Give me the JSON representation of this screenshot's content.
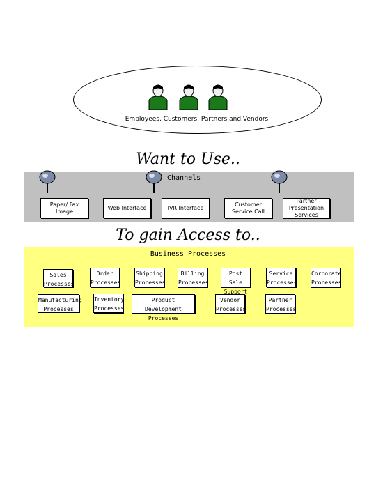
{
  "stakeholders": {
    "caption": "Employees, Customers, Partners and Vendors",
    "people_icon": "person-icon"
  },
  "headings": {
    "want": "Want to Use..",
    "access": "To gain Access to.."
  },
  "channels": {
    "title": "Channels",
    "items": [
      "Paper/ Fax Image",
      "Web Interface",
      "IVR Interface",
      "Customer Service Call",
      "Partner Presentation Services"
    ]
  },
  "business_processes": {
    "title": "Business Processes",
    "items": [
      "Sales Processes",
      "Order Processes",
      "Shipping Processes",
      "Billing Processes",
      "Post Sale Support",
      "Service Processes",
      "Corporate Processes",
      "Manufacturing Processes",
      "Inventory Processes",
      "Product Development Processes",
      "Vendor Processes",
      "Partner Processes"
    ]
  },
  "colors": {
    "channels_band": "#c0c0c0",
    "processes_band": "#ffff80",
    "person_green": "#1a7a1a"
  }
}
